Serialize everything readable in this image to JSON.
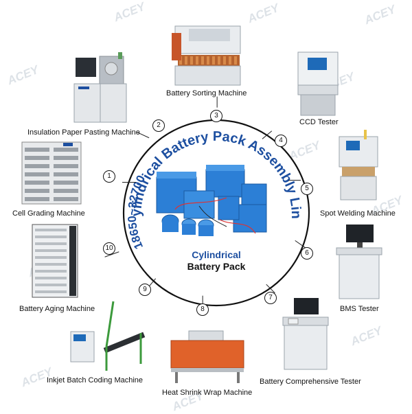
{
  "watermark": "ACEY",
  "center": {
    "arc_title": "Cylindrical Battery Pack Assembly Line",
    "arc_subtitle": "18650~32700",
    "caption_line1": "Cylindrical",
    "caption_line2": "Battery Pack"
  },
  "steps": [
    {
      "num": "1",
      "label": "Cell Grading Machine",
      "icon": "cell-grading-cabinet"
    },
    {
      "num": "2",
      "label": "Insulation Paper Pasting Machine",
      "icon": "paper-pasting-machine"
    },
    {
      "num": "3",
      "label": "Battery Sorting Machine",
      "icon": "sorting-machine"
    },
    {
      "num": "4",
      "label": "CCD Tester",
      "icon": "ccd-tester"
    },
    {
      "num": "5",
      "label": "Spot Welding Machine",
      "icon": "spot-welder"
    },
    {
      "num": "6",
      "label": "BMS Tester",
      "icon": "bms-tester"
    },
    {
      "num": "7",
      "label": "Battery Comprehensive Tester",
      "icon": "comprehensive-tester"
    },
    {
      "num": "8",
      "label": "Heat Shrink Wrap Machine",
      "icon": "shrink-tunnel"
    },
    {
      "num": "9",
      "label": "Inkjet Batch Coding Machine",
      "icon": "inkjet-coder"
    },
    {
      "num": "10",
      "label": "Battery Aging Machine",
      "icon": "aging-cabinet"
    }
  ],
  "colors": {
    "accent_blue": "#1d4fa0",
    "battery_blue": "#2c7fd6",
    "machine_orange": "#e0622a"
  }
}
